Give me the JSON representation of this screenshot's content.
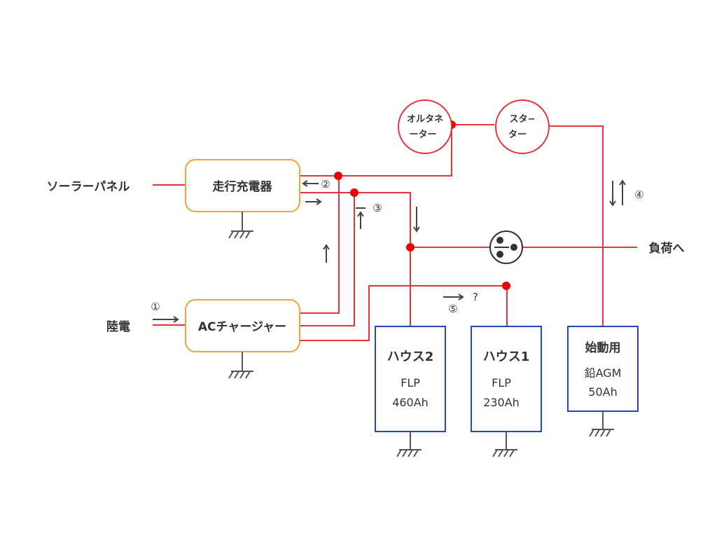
{
  "labels": {
    "solar": "ソーラーパネル",
    "shore": "陸電",
    "load": "負荷へ",
    "charger_drive": "走行充電器",
    "charger_ac": "ACチャージャー",
    "alternator_1": "オルタネ",
    "alternator_2": "ーター",
    "starter_1": "スタ−",
    "starter_2": "ター"
  },
  "batteries": {
    "house2": {
      "title": "ハウス2",
      "type": "FLP",
      "capacity": "460Ah"
    },
    "house1": {
      "title": "ハウス1",
      "type": "FLP",
      "capacity": "230Ah"
    },
    "start": {
      "title": "始動用",
      "type": "鉛AGM",
      "capacity": "50Ah"
    }
  },
  "markers": {
    "m1": "①",
    "m2": "②",
    "m3": "③",
    "m4": "④",
    "m5": "⑤",
    "question": "?"
  },
  "colors": {
    "wire": "#e8323c",
    "node": "#ee0000",
    "charger_border": "#f5a13a",
    "battery_border": "#2945b8",
    "component_border": "#e8323c"
  }
}
